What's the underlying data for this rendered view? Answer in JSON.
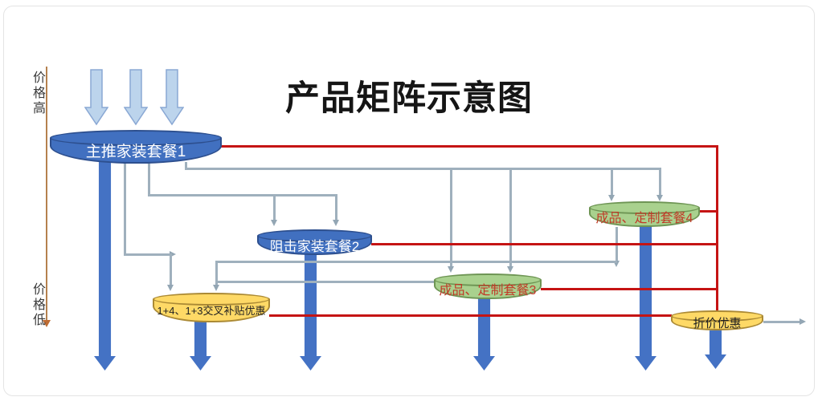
{
  "title": "产品矩阵示意图",
  "axis": {
    "top_label": "价格高",
    "bottom_label": "价格低"
  },
  "nodes": {
    "package1": {
      "label": "主推家装套餐1",
      "fill": "#4170c0",
      "text_color": "#ffffff"
    },
    "package2": {
      "label": "阻击家装套餐2",
      "fill": "#4170c0",
      "text_color": "#ffffff"
    },
    "package3": {
      "label": "成品、定制套餐3",
      "fill": "#a9d18e",
      "text_color": "#c13a28"
    },
    "package4": {
      "label": "成品、定制套餐4",
      "fill": "#a9d18e",
      "text_color": "#c13a28"
    },
    "subsidy": {
      "label": "1+4、1+3交叉补贴优惠",
      "fill": "#fed966",
      "text_color": "#222222"
    },
    "discount": {
      "label": "折价优惠",
      "fill": "#fed966",
      "text_color": "#222222"
    }
  },
  "colors": {
    "flow_arrow_blue": "#4472c4",
    "input_arrow_fill": "#bcd4ec",
    "input_arrow_stroke": "#8aa8d4",
    "red_link": "#c51414",
    "gray_link": "#9fb0bd",
    "axis_line": "#b5814e"
  },
  "edges": {
    "gray": [
      {
        "from": "package1",
        "to": "package4"
      },
      {
        "from": "package1",
        "to": "package3"
      },
      {
        "from": "package1",
        "to": "package2"
      },
      {
        "from": "package1",
        "to": "subsidy"
      },
      {
        "from": "package4",
        "to": "subsidy"
      },
      {
        "from": "package3",
        "to": "subsidy"
      },
      {
        "from": "discount",
        "to": "right-out"
      }
    ],
    "red": [
      {
        "from": "package1",
        "to": "discount"
      },
      {
        "from": "package4",
        "to": "discount"
      },
      {
        "from": "package2",
        "to": "discount"
      },
      {
        "from": "package3",
        "to": "discount"
      },
      {
        "from": "subsidy",
        "to": "discount"
      }
    ]
  }
}
